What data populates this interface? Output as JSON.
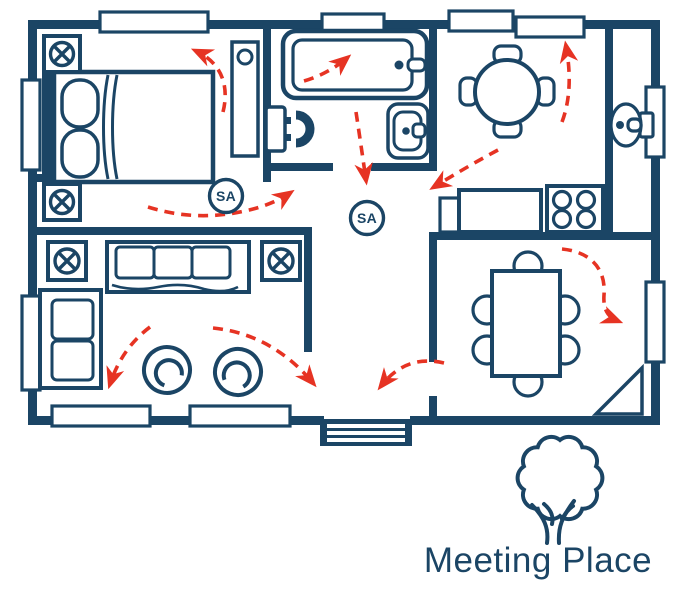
{
  "diagram": {
    "type": "home-fire-escape-floor-plan",
    "colors": {
      "wall_navy": "#1b4565",
      "escape_route_red": "#e63323",
      "background": "#ffffff"
    },
    "smoke_alarm": {
      "label": "SA",
      "count": 2,
      "icon": "circle-badge"
    },
    "meeting_place": {
      "label": "Meeting Place",
      "icon": "tree-icon"
    },
    "escape_routes": {
      "style": "red-dashed-arrow",
      "count": 10,
      "destinations": [
        "windows",
        "front-door",
        "back-door"
      ]
    },
    "window_exit_marker": {
      "icon": "boxed-circled-x-icon",
      "count": 4
    },
    "rooms": [
      "bedroom",
      "bathroom",
      "kitchen",
      "living-room",
      "dining-room",
      "hallway"
    ]
  }
}
